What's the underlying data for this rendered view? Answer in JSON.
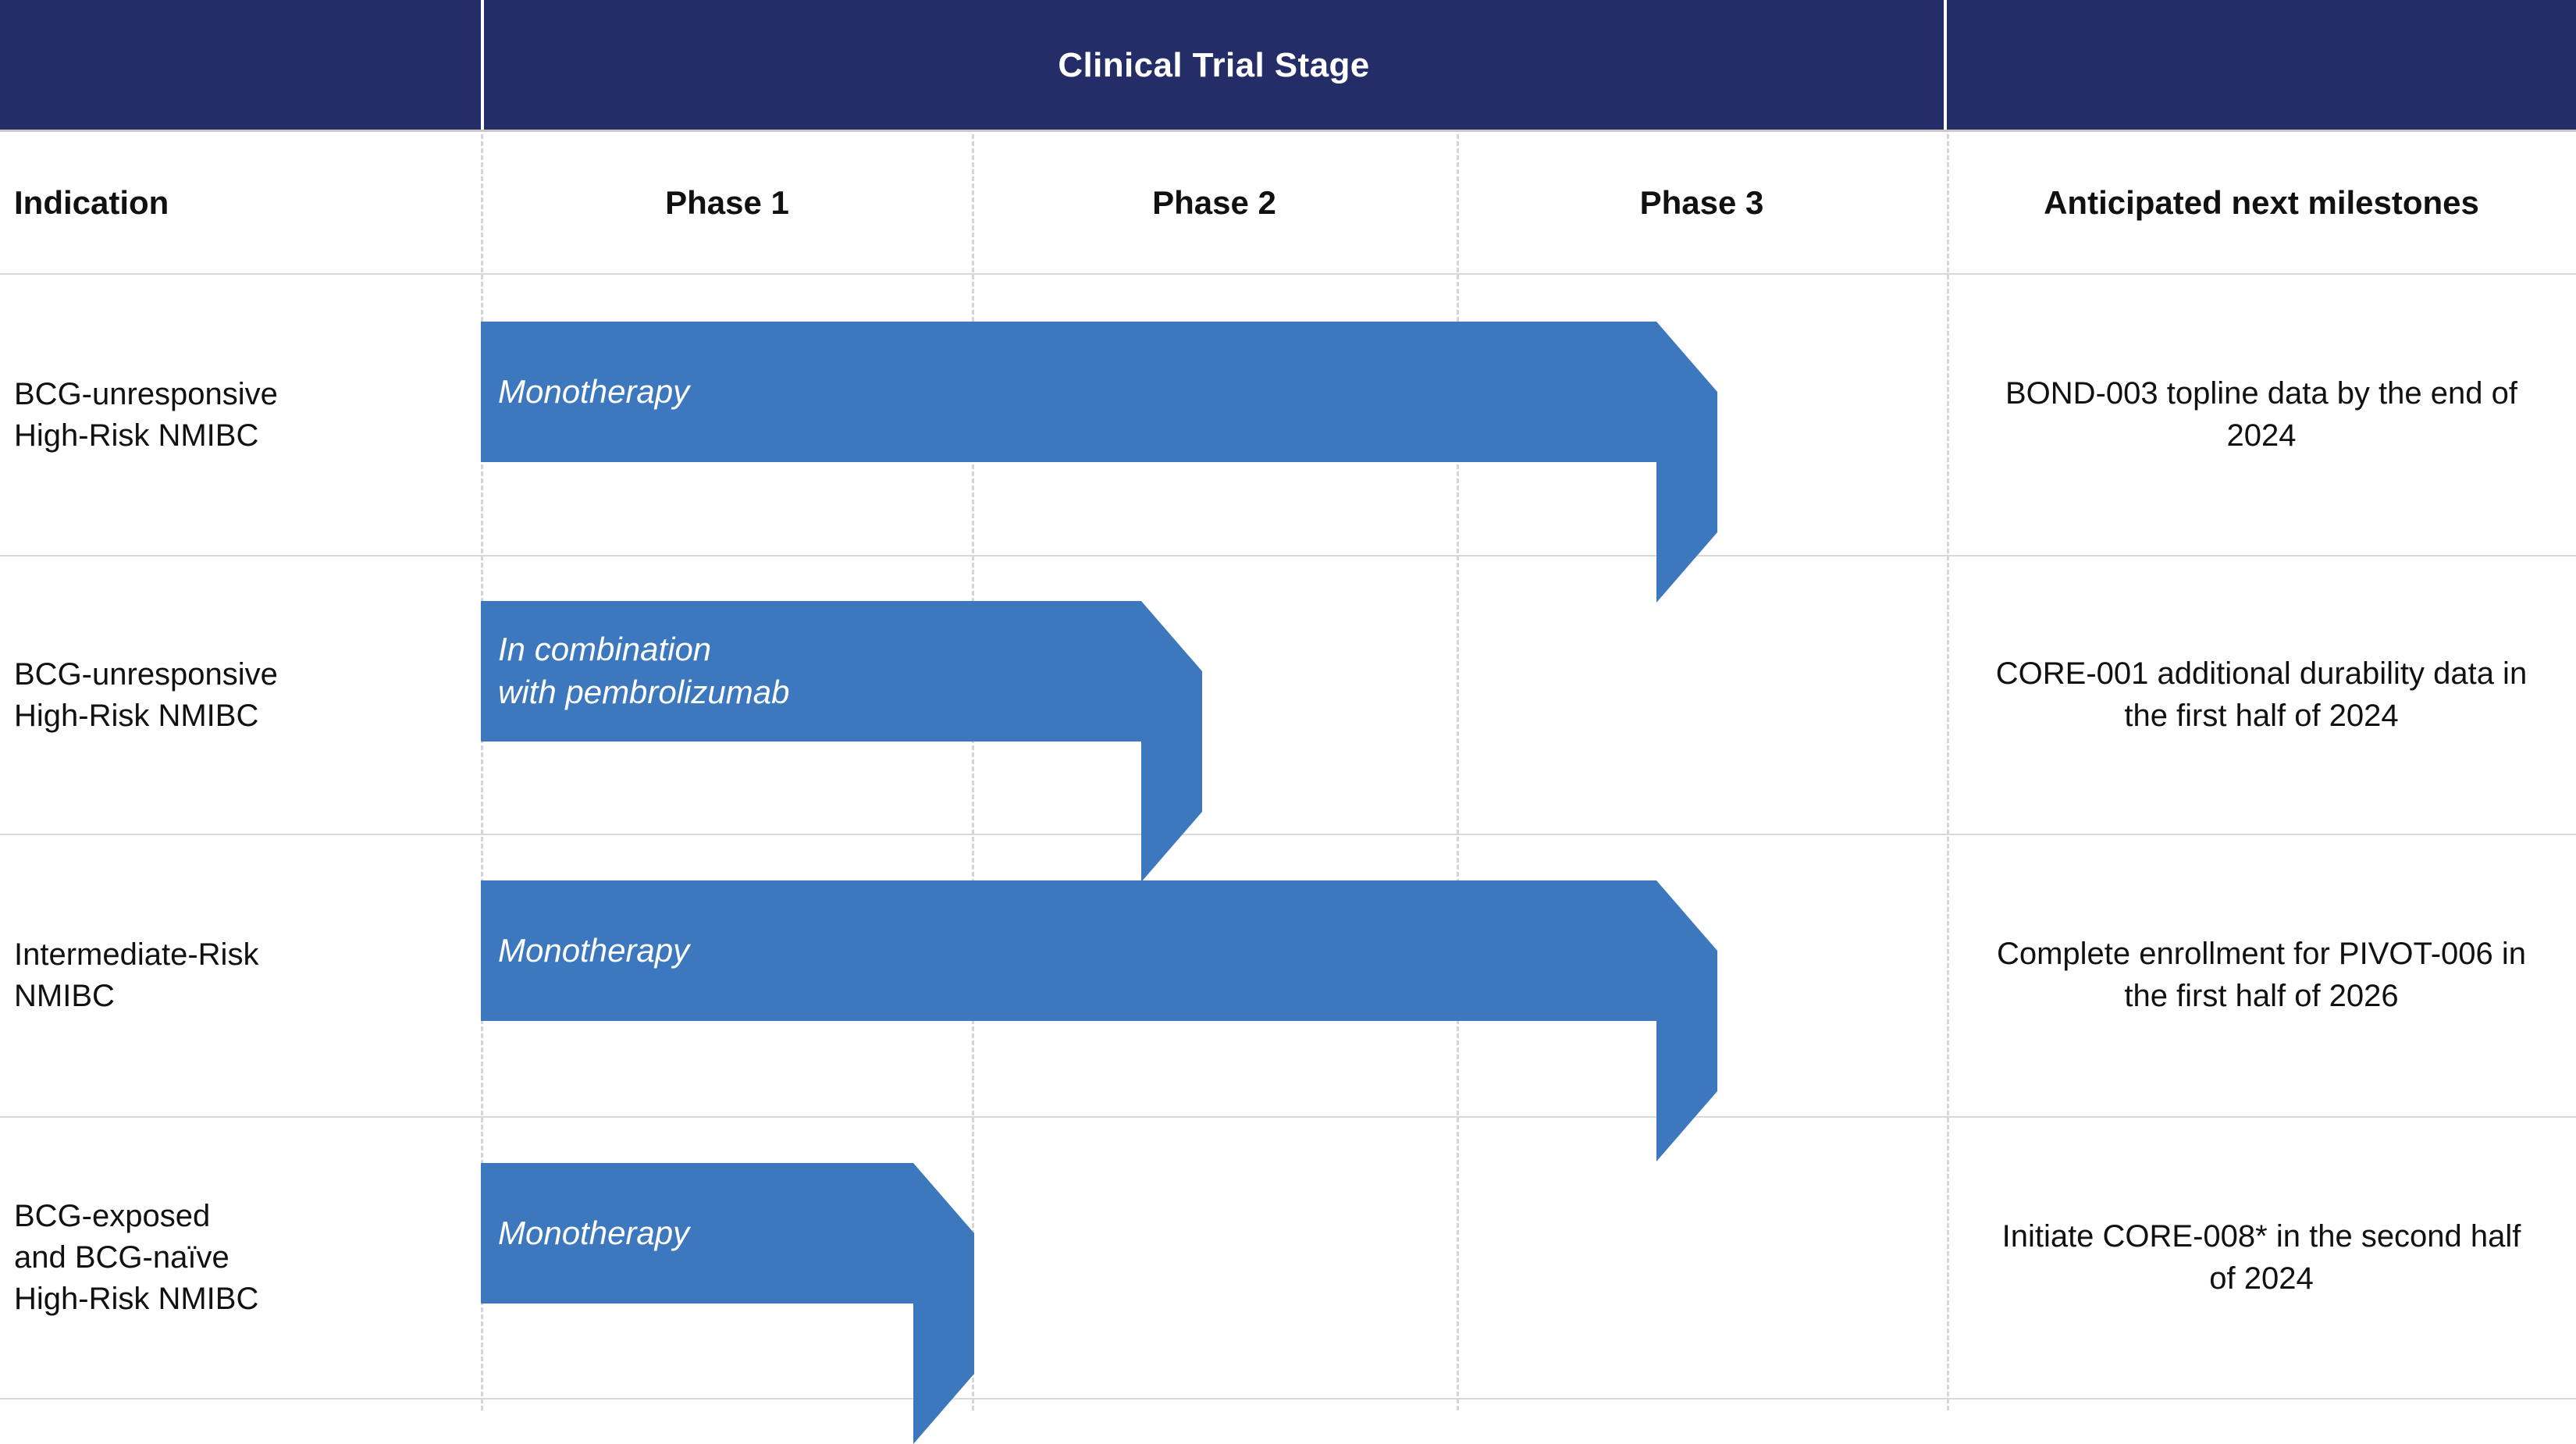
{
  "theme": {
    "navy": "#242d68",
    "bar_blue": "#3d78bf",
    "rule": "#c9c9cc",
    "text": "#111111"
  },
  "header": {
    "group_title": "Clinical Trial Stage",
    "columns": {
      "indication": "Indication",
      "phase1": "Phase 1",
      "phase2": "Phase 2",
      "phase3": "Phase 3",
      "milestones": "Anticipated next milestones"
    }
  },
  "rows": [
    {
      "indication": "BCG-unresponsive\nHigh-Risk NMIBC",
      "bar_label": "Monotherapy",
      "milestone": "BOND-003 topline data by the end of 2024"
    },
    {
      "indication": "BCG-unresponsive\nHigh-Risk NMIBC",
      "bar_label": "In combination\nwith pembrolizumab",
      "milestone": "CORE-001 additional durability data in the first half of 2024"
    },
    {
      "indication": "Intermediate-Risk\nNMIBC",
      "bar_label": "Monotherapy",
      "milestone": "Complete enrollment for PIVOT-006 in the first half of 2026"
    },
    {
      "indication": "BCG-exposed\nand BCG-naïve\nHigh-Risk NMIBC",
      "bar_label": "Monotherapy",
      "milestone": "Initiate CORE-008* in the second half of 2024"
    }
  ]
}
